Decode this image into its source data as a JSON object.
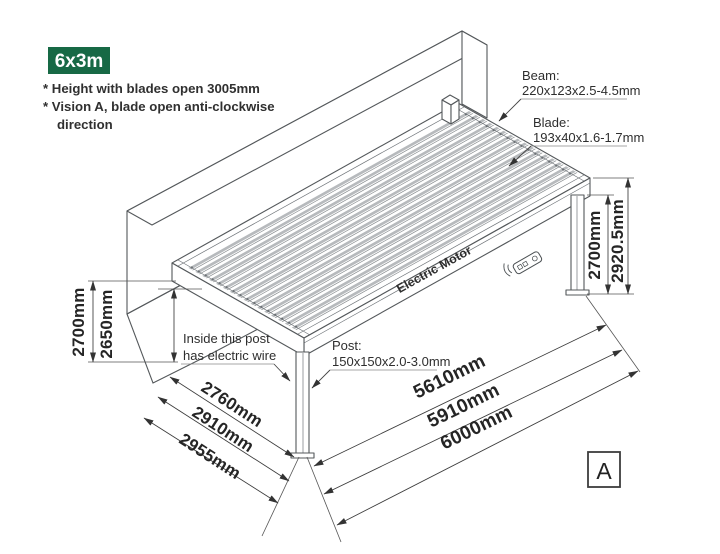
{
  "badge": {
    "label": "6x3m"
  },
  "notes": {
    "line1": "* Height with blades open 3005mm",
    "line2": "* Vision A, blade open anti-clockwise",
    "line3": "direction"
  },
  "callouts": {
    "beam_title": "Beam:",
    "beam_spec": "220x123x2.5-4.5mm",
    "blade_title": "Blade:",
    "blade_spec": "193x40x1.6-1.7mm",
    "post_title": "Post:",
    "post_spec": "150x150x2.0-3.0mm",
    "wire_line1": "Inside this post",
    "wire_line2": "has electric wire",
    "motor_label": "Electric Motor"
  },
  "dimensions": {
    "height_wall_side": "2700mm",
    "height_clearance": "2650mm",
    "height_post": "2700mm",
    "height_total": "2920.5mm",
    "depth_inner": "2760mm",
    "depth_frame": "2910mm",
    "depth_total": "2955mm",
    "width_inner": "5610mm",
    "width_frame": "5910mm",
    "width_total": "6000mm"
  },
  "view_label": "A",
  "colors": {
    "badge_bg": "#176945",
    "line": "#54585b",
    "dim": "#333333"
  }
}
